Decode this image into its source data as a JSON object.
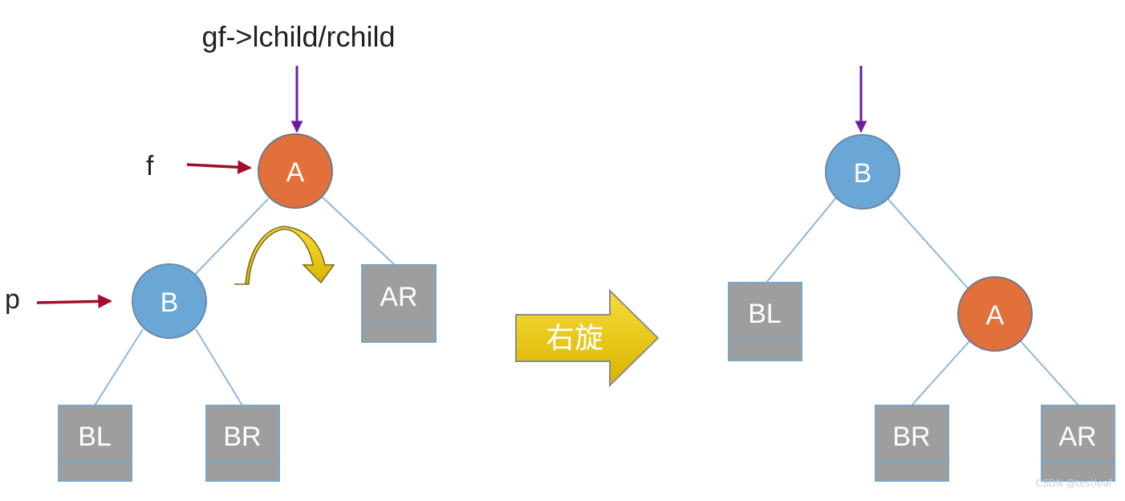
{
  "header_label": "gf->lchild/rchild",
  "before": {
    "pointer_f": "f",
    "pointer_p": "p",
    "node_A": "A",
    "node_B": "B",
    "leaf_AR": "AR",
    "leaf_BL": "BL",
    "leaf_BR": "BR"
  },
  "transition_label": "右旋",
  "after": {
    "node_B": "B",
    "node_A": "A",
    "leaf_BL": "BL",
    "leaf_BR": "BR",
    "leaf_AR": "AR"
  },
  "watermark": "CSDN @testleaf",
  "colors": {
    "node_A_fill": "#e2703a",
    "node_B_fill": "#6aa6d6",
    "leaf_fill": "#9e9e9e",
    "edge": "#8db8dc",
    "red_arrow": "#a50e2a",
    "purple_arrow": "#6a1fa0",
    "yellow_arrow": "#f2cf0f"
  }
}
